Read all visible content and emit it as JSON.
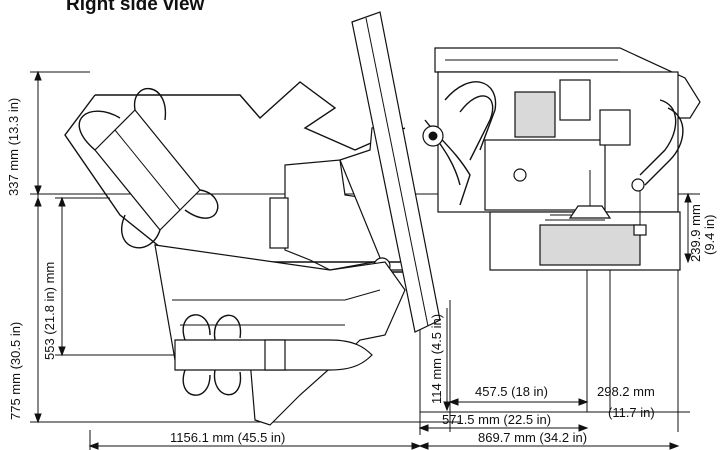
{
  "title": "Right side view",
  "dimensions": {
    "height_top": "337 mm (13.3 in)",
    "height_total": "775 mm (30.5 in)",
    "height_mid": "553 (21.8 in) mm",
    "height_small": "114 mm (4.5 in)",
    "right_height_a": "239.9 mm",
    "right_height_b": "(9.4 in)",
    "len_a": "457.5 (18 in)",
    "len_b": "571.5 mm (22.5 in)",
    "len_c_a": "298.2 mm",
    "len_c_b": "(11.7 in)",
    "len_total": "1156.1 mm (45.5 in)",
    "len_right": "869.7 mm (34.2 in)"
  },
  "icons": {
    "drive": "outboard-drive-icon",
    "propeller": "propeller-icon",
    "engine": "engine-block-icon"
  }
}
